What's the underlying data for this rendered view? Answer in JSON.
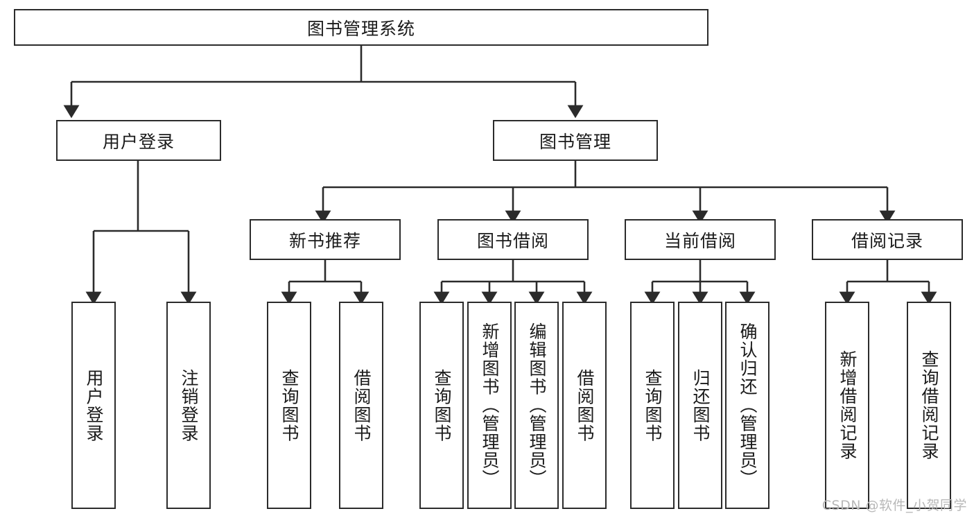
{
  "diagram": {
    "title_node": {
      "label": "图书管理系统"
    },
    "level1": [
      {
        "label": "用户登录"
      },
      {
        "label": "图书管理"
      }
    ],
    "level2": [
      {
        "label": "新书推荐"
      },
      {
        "label": "图书借阅"
      },
      {
        "label": "当前借阅"
      },
      {
        "label": "借阅记录"
      }
    ],
    "leaves": {
      "user_login": [
        {
          "label": "用户登录"
        },
        {
          "label": "注销登录"
        }
      ],
      "new_book_recommend": [
        {
          "label": "查询图书"
        },
        {
          "label": "借阅图书"
        }
      ],
      "book_borrow": [
        {
          "label": "查询图书"
        },
        {
          "label": "新增图书（管理员）"
        },
        {
          "label": "编辑图书（管理员）"
        },
        {
          "label": "借阅图书"
        }
      ],
      "current_borrow": [
        {
          "label": "查询图书"
        },
        {
          "label": "归还图书"
        },
        {
          "label": "确认归还（管理员）"
        }
      ],
      "borrow_record": [
        {
          "label": "新增借阅记录"
        },
        {
          "label": "查询借阅记录"
        }
      ]
    }
  },
  "watermark": {
    "text": "CSDN @软件_小贺同学"
  },
  "colors": {
    "border": "#2b2b2b",
    "background": "#ffffff",
    "text": "#1a1a1a",
    "watermark": "#b8b8b8"
  }
}
